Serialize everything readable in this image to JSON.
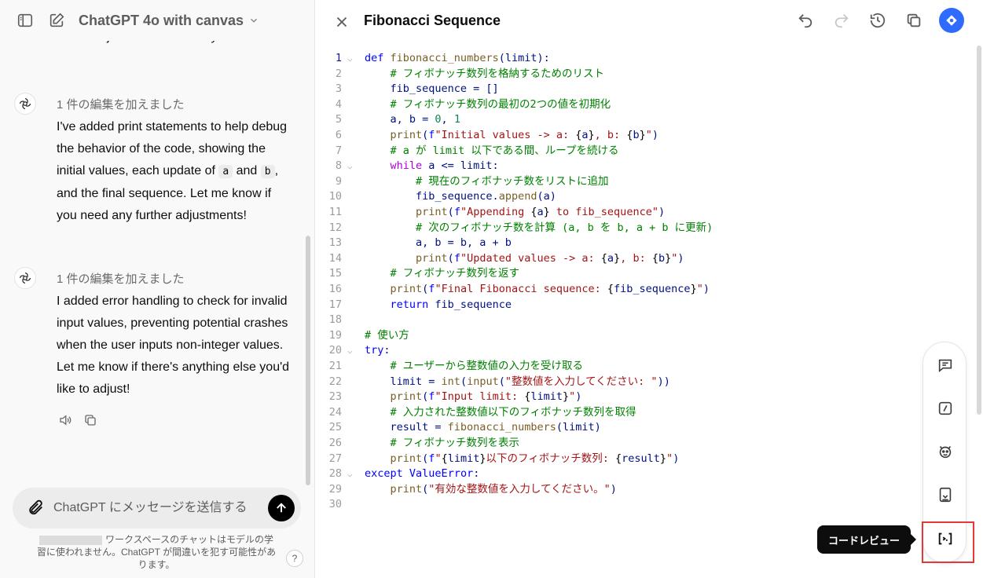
{
  "header": {
    "model_title": "ChatGPT 4o with canvas"
  },
  "chat": {
    "cutoff_text": "like to adjust or further clarify.",
    "messages": [
      {
        "meta": "1 件の編集を加えました",
        "text_parts": [
          "I've added print statements to help debug the behavior of the code, showing the initial values, each update of ",
          "a",
          " and ",
          "b",
          ", and the final sequence. Let me know if you need any further adjustments!"
        ]
      },
      {
        "meta": "1 件の編集を加えました",
        "text": "I added error handling to check for invalid input values, preventing potential crashes when the user inputs non-integer values. Let me know if there's anything else you'd like to adjust!"
      }
    ]
  },
  "composer": {
    "placeholder": "ChatGPT にメッセージを送信する"
  },
  "disclaimer": "ワークスペースのチャットはモデルの学習に使われません。ChatGPT が間違いを犯す可能性があります。",
  "help_label": "?",
  "canvas": {
    "title": "Fibonacci Sequence",
    "tooltip": "コードレビュー",
    "code_lines": [
      "def fibonacci_numbers(limit):",
      "    # フィボナッチ数列を格納するためのリスト",
      "    fib_sequence = []",
      "    # フィボナッチ数列の最初の2つの値を初期化",
      "    a, b = 0, 1",
      "    print(f\"Initial values -> a: {a}, b: {b}\")",
      "    # a が limit 以下である間、ループを続ける",
      "    while a <= limit:",
      "        # 現在のフィボナッチ数をリストに追加",
      "        fib_sequence.append(a)",
      "        print(f\"Appending {a} to fib_sequence\")",
      "        # 次のフィボナッチ数を計算 (a, b を b, a + b に更新)",
      "        a, b = b, a + b",
      "        print(f\"Updated values -> a: {a}, b: {b}\")",
      "    # フィボナッチ数列を返す",
      "    print(f\"Final Fibonacci sequence: {fib_sequence}\")",
      "    return fib_sequence",
      "",
      "# 使い方",
      "try:",
      "    # ユーザーから整数値の入力を受け取る",
      "    limit = int(input(\"整数値を入力してください: \"))",
      "    print(f\"Input limit: {limit}\")",
      "    # 入力された整数値以下のフィボナッチ数列を取得",
      "    result = fibonacci_numbers(limit)",
      "    # フィボナッチ数列を表示",
      "    print(f\"{limit}以下のフィボナッチ数列: {result}\")",
      "except ValueError:",
      "    print(\"有効な整数値を入力してください。\")",
      ""
    ],
    "fold_lines": [
      1,
      8,
      20,
      28
    ],
    "active_line": 1
  }
}
